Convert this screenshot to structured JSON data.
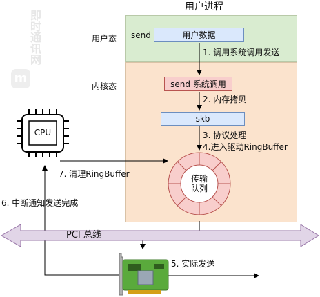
{
  "title": "用户进程",
  "zones": {
    "user_label": "用户态",
    "kernel_label": "内核态"
  },
  "boxes": {
    "send": "send",
    "user_data": "用户数据",
    "send_syscall": "send 系统调用",
    "skb": "skb"
  },
  "steps": {
    "s1": "1. 调用系统调用发送",
    "s2": "2. 内存拷贝",
    "s3": "3. 协议处理",
    "s4": "4.进入驱动RingBuffer",
    "s5": "5. 实际发送",
    "s6": "6. 中断通知发送完成",
    "s7": "7. 清理RingBuffer"
  },
  "cpu_label": "CPU",
  "ring_label": "传输\n队列",
  "bus_label": "PCI 总线",
  "watermark": "即时通讯网",
  "watermark_icon_letter": "m"
}
